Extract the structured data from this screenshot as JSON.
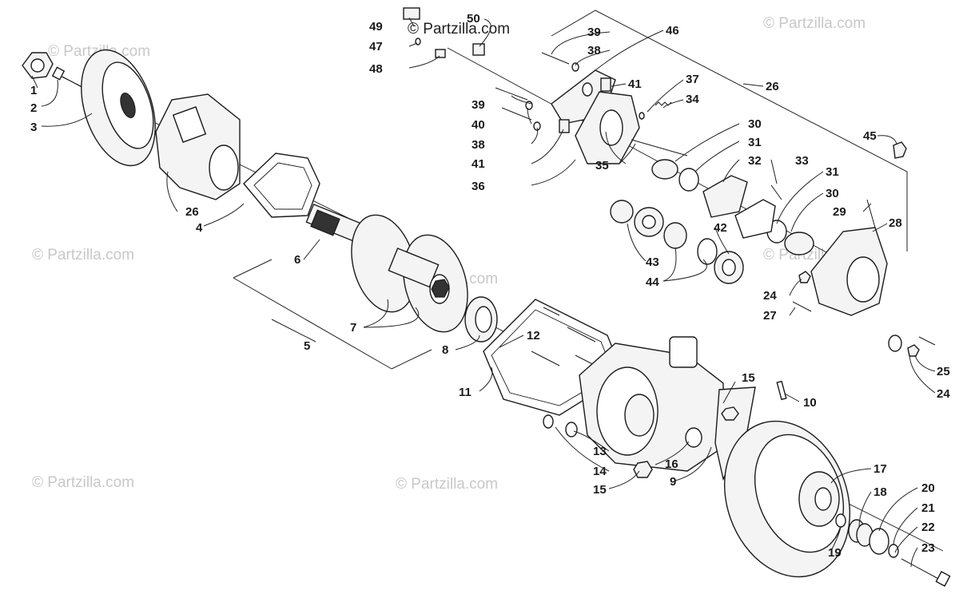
{
  "watermark": "© Partzilla.com",
  "callouts": [
    "1",
    "2",
    "3",
    "4",
    "5",
    "6",
    "7",
    "8",
    "9",
    "10",
    "11",
    "12",
    "13",
    "14",
    "15",
    "16",
    "17",
    "18",
    "19",
    "20",
    "21",
    "22",
    "23",
    "24",
    "25",
    "26",
    "27",
    "28",
    "29",
    "30",
    "31",
    "32",
    "33",
    "34",
    "35",
    "36",
    "37",
    "38",
    "39",
    "40",
    "41",
    "42",
    "43",
    "44",
    "45",
    "46",
    "47",
    "48",
    "49",
    "50"
  ]
}
